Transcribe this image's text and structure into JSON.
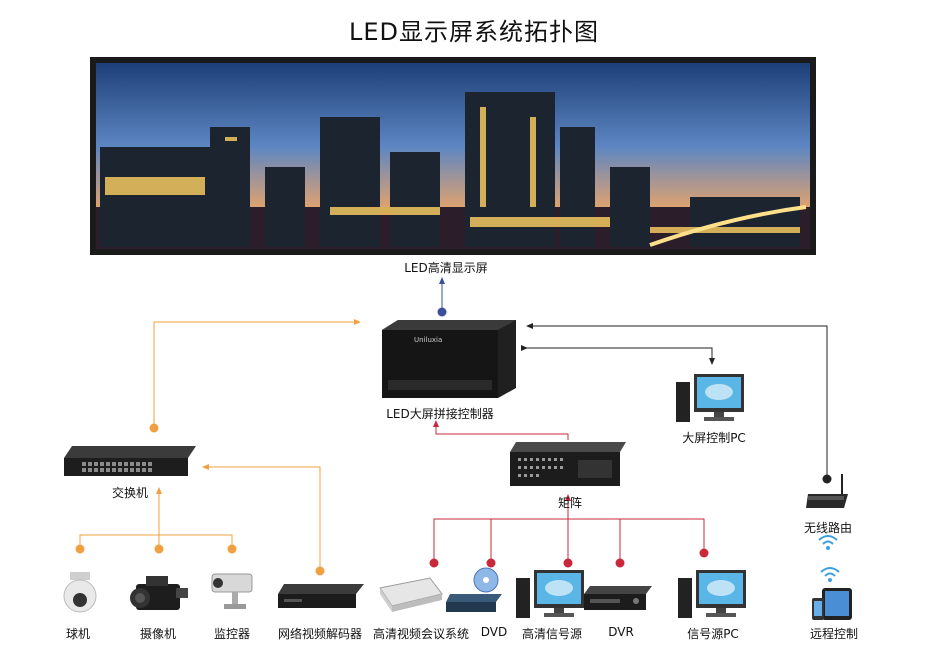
{
  "title": "LED显示屏系统拓扑图",
  "colors": {
    "orange": "#f0a040",
    "red": "#c8283a",
    "blue": "#3a4f9a",
    "black": "#222222"
  },
  "nodes": {
    "screen": {
      "label": "LED高清显示屏",
      "icon": "panoramic-screen"
    },
    "controller": {
      "label": "LED大屏拼接控制器",
      "icon": "controller-box"
    },
    "control_pc": {
      "label": "大屏控制PC",
      "icon": "desktop-pc"
    },
    "switch": {
      "label": "交换机",
      "icon": "network-switch"
    },
    "matrix": {
      "label": "矩阵",
      "icon": "matrix-switcher"
    },
    "router": {
      "label": "无线路由",
      "icon": "wireless-router"
    },
    "dome_camera": {
      "label": "球机",
      "icon": "dome-camera"
    },
    "camcorder": {
      "label": "摄像机",
      "icon": "video-camera"
    },
    "monitor_cam": {
      "label": "监控器",
      "icon": "cctv-camera"
    },
    "decoder": {
      "label": "网络视频解码器",
      "icon": "decoder-box"
    },
    "conference": {
      "label": "高清视频会议系统",
      "icon": "conference-unit"
    },
    "dvd": {
      "label": "DVD",
      "icon": "dvd-player"
    },
    "hd_source": {
      "label": "高清信号源",
      "icon": "desktop-pc"
    },
    "dvr": {
      "label": "DVR",
      "icon": "dvr-box"
    },
    "source_pc": {
      "label": "信号源PC",
      "icon": "desktop-pc"
    },
    "remote": {
      "label": "远程控制",
      "icon": "tablet-phone"
    }
  }
}
